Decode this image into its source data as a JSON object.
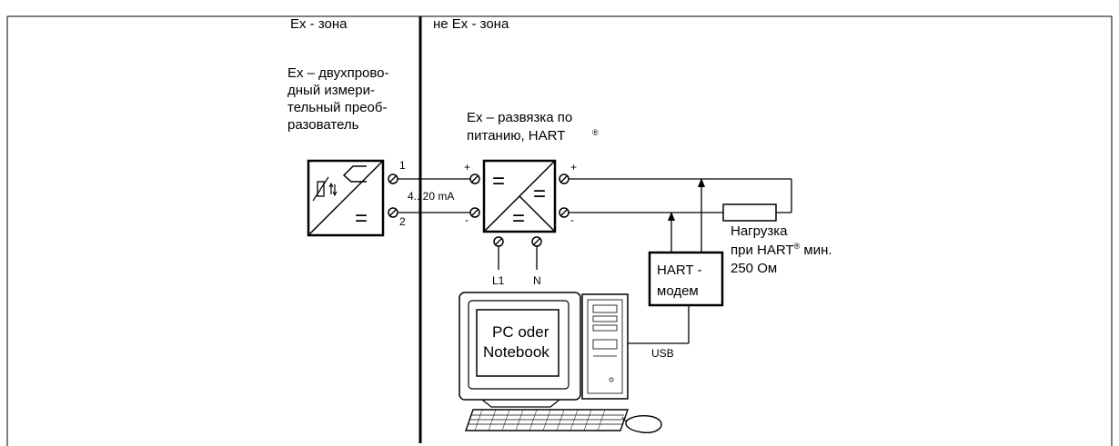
{
  "zones": {
    "ex": "Ex - зона",
    "non_ex": "не Ex - зона"
  },
  "transmitter": {
    "caption_lines": [
      "Ex – двухпрово-",
      "дный измери-",
      "тельный преоб-",
      "разователь"
    ],
    "symbol_eq": "=",
    "terminal_1": "1",
    "terminal_2": "2"
  },
  "loop_signal": "4...20 mA",
  "isolator": {
    "caption_lines": [
      "Ex – развязка по",
      "питанию, HART"
    ],
    "caption_reg": "®",
    "plus_in": "+",
    "minus_in": "-",
    "plus_out": "+",
    "minus_out": "-",
    "symbol_eq_top": "=",
    "symbol_eq_right": "=",
    "symbol_eq_bottom": "=",
    "terminal_l1": "L1",
    "terminal_n": "N"
  },
  "load": {
    "line1": "Нагрузка",
    "line2_pre": "при HART",
    "line2_reg": "®",
    "line2_post": " мин.",
    "line3": "250 Ом"
  },
  "modem": {
    "line1": "HART -",
    "line2": "модем"
  },
  "usb_label": "USB",
  "pc": {
    "line1": "PC oder",
    "line2": "Notebook"
  }
}
